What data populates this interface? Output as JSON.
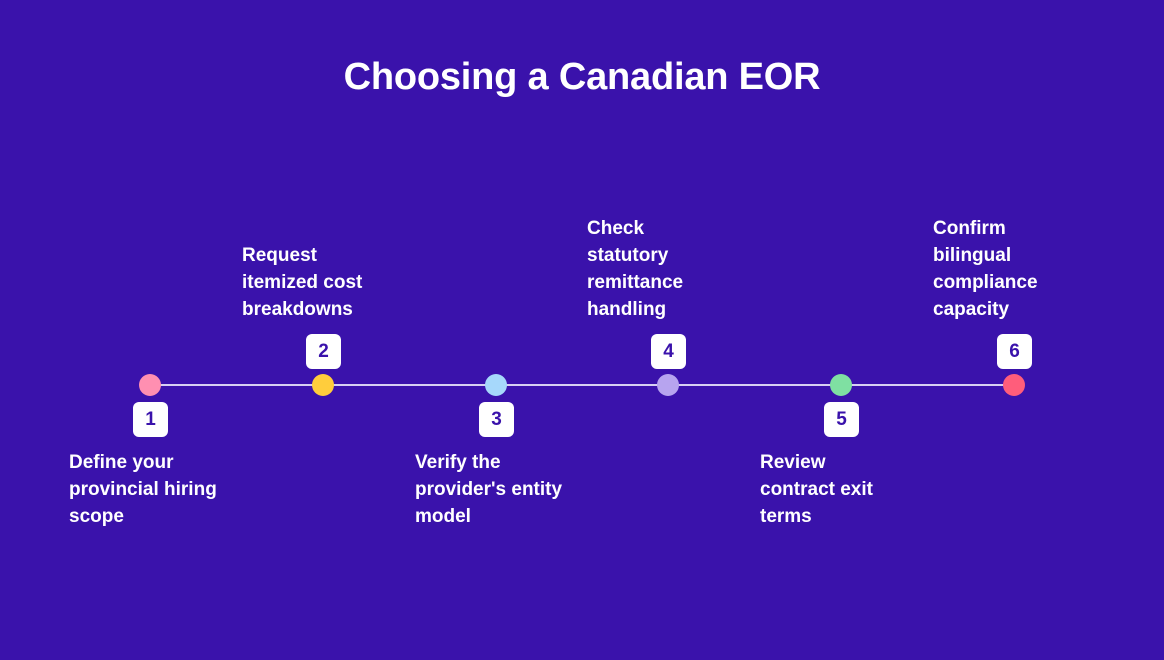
{
  "title": "Choosing a Canadian EOR",
  "steps": [
    {
      "number": "1",
      "label": "Define your\nprovincial hiring\nscope",
      "color": "#ff8fb1"
    },
    {
      "number": "2",
      "label": "Request\nitemized cost\nbreakdowns",
      "color": "#ffcd3c"
    },
    {
      "number": "3",
      "label": "Verify the\nprovider's entity\nmodel",
      "color": "#a6d8fb"
    },
    {
      "number": "4",
      "label": "Check\nstatutory\nremittance\nhandling",
      "color": "#b7a4ef"
    },
    {
      "number": "5",
      "label": "Review\ncontract exit\nterms",
      "color": "#7fe0a2"
    },
    {
      "number": "6",
      "label": "Confirm\nbilingual\ncompliance\ncapacity",
      "color": "#ff5d7b"
    }
  ]
}
